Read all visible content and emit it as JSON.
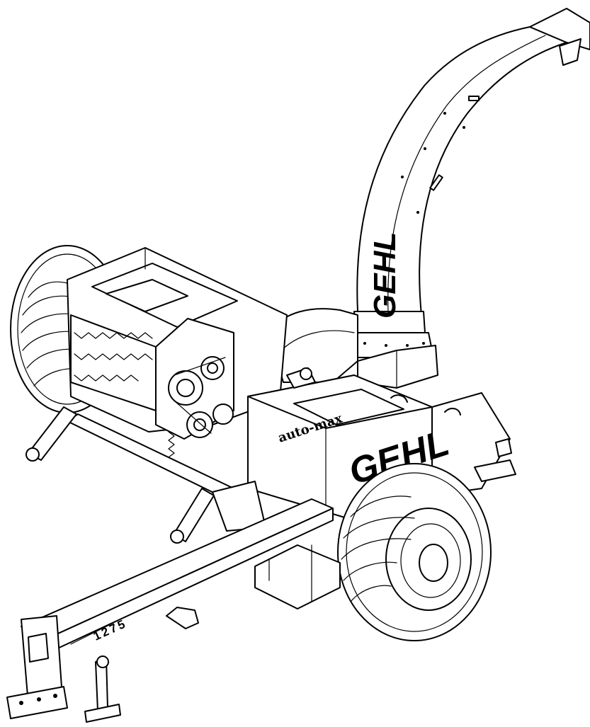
{
  "labels": {
    "brand_spout": "GEHL",
    "brand_body": "GEHL",
    "model_number": "1275",
    "sub_brand": "auto-max"
  },
  "colors": {
    "ink": "#000000",
    "paper": "#ffffff"
  }
}
